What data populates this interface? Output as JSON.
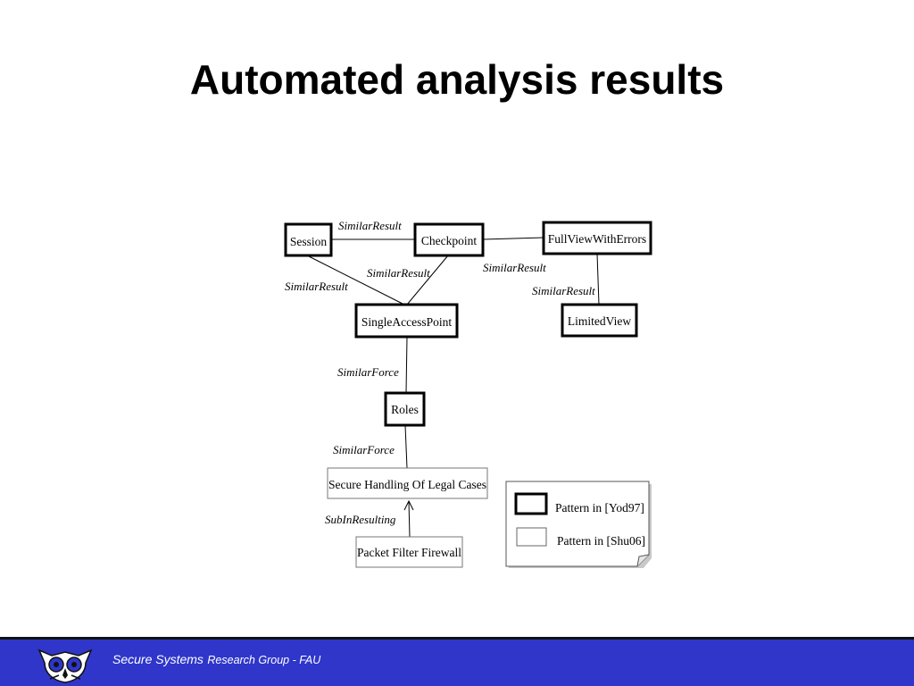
{
  "slide": {
    "title": "Automated analysis results"
  },
  "diagram": {
    "nodes": {
      "session": "Session",
      "checkpoint": "Checkpoint",
      "full_view_with_errors": "FullViewWithErrors",
      "single_access_point": "SingleAccessPoint",
      "limited_view": "LimitedView",
      "roles": "Roles",
      "secure_handling": "Secure Handling Of Legal Cases",
      "packet_filter_firewall": "Packet Filter Firewall"
    },
    "edge_labels": {
      "session_checkpoint": "SimilarResult",
      "checkpoint_sap": "SimilarResult",
      "checkpoint_fullview": "SimilarResult",
      "session_sap": "SimilarResult",
      "fullview_limited": "SimilarResult",
      "sap_roles": "SimilarForce",
      "roles_secure": "SimilarForce",
      "firewall_secure": "SubInResulting"
    },
    "legend": {
      "yod97": "Pattern in [Yod97]",
      "shu06": "Pattern in [Shu06]"
    }
  },
  "footer": {
    "group_name": "Secure Systems",
    "group_rest": "Research Group - FAU"
  },
  "colors": {
    "footer_bar": "#2f36c9",
    "footer_text": "#ffffff"
  }
}
